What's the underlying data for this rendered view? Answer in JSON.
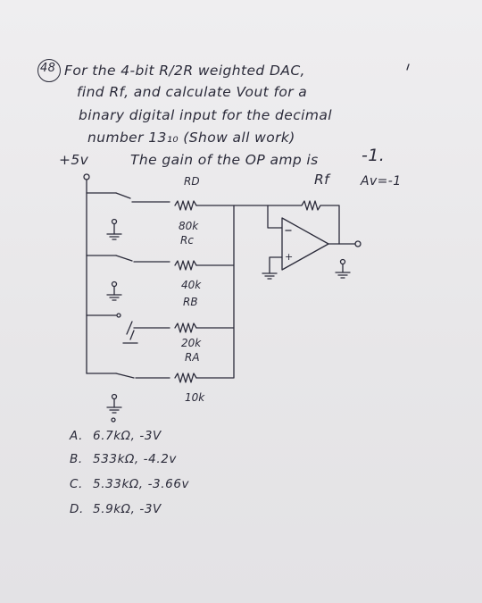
{
  "question": {
    "number": "48",
    "lines": [
      "For the 4-bit R/2R weighted DAC,",
      "find Rf, and calculate Vout for a",
      "binary digital input for the decimal",
      "number 13₁₀ (Show all work)"
    ],
    "supply": "+5v",
    "gain_text": "The gain of the OP amp is",
    "gain_value": "-1.",
    "rf_label": "Rf",
    "av_label": "Av=-1"
  },
  "circuit": {
    "resistors": [
      {
        "name": "RD",
        "value": ""
      },
      {
        "name": "Rc",
        "value": "80k"
      },
      {
        "name": "RB",
        "value": "40k"
      },
      {
        "name": "RA",
        "value": "20k"
      },
      {
        "name": "",
        "value": "10k"
      }
    ],
    "opamp_plus": "+"
  },
  "answers": [
    {
      "letter": "A.",
      "text": "6.7kΩ, -3V"
    },
    {
      "letter": "B.",
      "text": "533kΩ, -4.2v"
    },
    {
      "letter": "C.",
      "text": "5.33kΩ, -3.66v"
    },
    {
      "letter": "D.",
      "text": "5.9kΩ, -3V"
    }
  ]
}
